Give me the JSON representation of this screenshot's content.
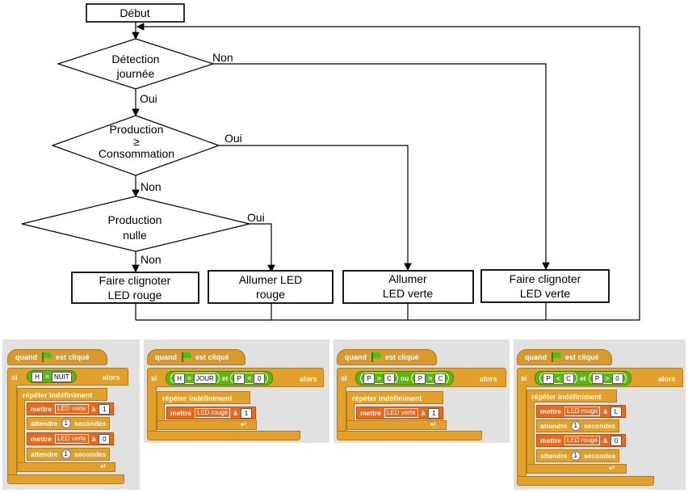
{
  "flowchart": {
    "start": "Début",
    "decisions": {
      "detection": [
        "Détection",
        "journée"
      ],
      "production_conso": [
        "Production",
        "≥",
        "Consommation"
      ],
      "production_nulle": [
        "Production",
        "nulle"
      ]
    },
    "edges": {
      "non1": "Non",
      "oui1": "Oui",
      "oui2": "Oui",
      "non2": "Non",
      "oui3": "Oui",
      "non3": "Non"
    },
    "actions": {
      "clignoter_rouge": [
        "Faire clignoter",
        "LED rouge"
      ],
      "allumer_rouge": [
        "Allumer LED",
        "rouge"
      ],
      "allumer_verte": [
        "Allumer",
        "LED verte"
      ],
      "clignoter_verte": [
        "Faire clignoter",
        "LED verte"
      ]
    }
  },
  "blocks": {
    "hat_when": "quand",
    "hat_clicked": "est cliqué",
    "if": "si",
    "then": "alors",
    "forever": "répéter indéfiniment",
    "set": "mettre",
    "to": "à",
    "wait": "attendre",
    "seconds": "secondes",
    "and": "et",
    "or": "ou",
    "p1": {
      "lhs": "H",
      "eq": "=",
      "rhs": "NUIT",
      "s1_target": "LED verte",
      "s1_val": "1",
      "w1": "1",
      "s2_target": "LED verte",
      "s2_val": "0",
      "w2": "1"
    },
    "p2": {
      "a_lhs": "H",
      "a_eq": "=",
      "a_rhs": "JOUR",
      "b_lhs": "P",
      "b_eq": "=",
      "b_rhs": "0",
      "s_target": "LED rouge",
      "s_val": "1"
    },
    "p3": {
      "a_lhs": "P",
      "a_op": ">",
      "a_rhs": "C",
      "b_lhs": "P",
      "b_eq": "=",
      "b_rhs": "C",
      "s_target": "LED verte",
      "s_val": "1"
    },
    "p4": {
      "a_lhs": "P",
      "a_op": "<",
      "a_rhs": "C",
      "b_lhs": "P",
      "b_op": ">",
      "b_rhs": "0",
      "s1_target": "LED rouge",
      "s1_val": "L",
      "w1": "1",
      "s2_target": "LED rouge",
      "s2_val": "0",
      "w2": "1"
    }
  }
}
